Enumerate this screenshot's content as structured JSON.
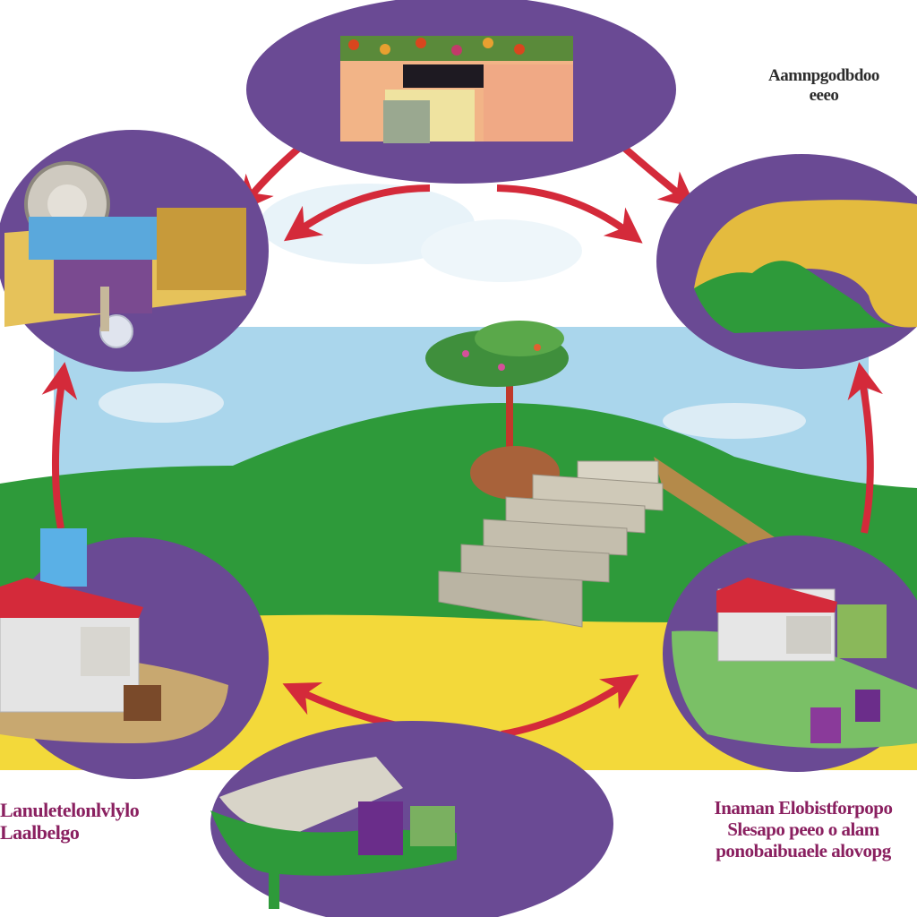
{
  "colors": {
    "node_fill": "#6a4a94",
    "arrow": "#d42a3a",
    "grass": "#2e9a3a",
    "field": "#f3d93a",
    "sky": "#aad6ec",
    "label_dark": "#2d2d2d",
    "label_magenta": "#8a2060"
  },
  "nodes": [
    {
      "id": "top",
      "icon": "market-stall-icon"
    },
    {
      "id": "upper-left",
      "icon": "machinery-icon"
    },
    {
      "id": "upper-right",
      "icon": "hills-icon"
    },
    {
      "id": "lower-left",
      "icon": "farmhouse-icon"
    },
    {
      "id": "lower-right",
      "icon": "house-garden-icon"
    },
    {
      "id": "bottom",
      "icon": "planted-bed-icon"
    }
  ],
  "center": {
    "icon": "tree-on-hill-with-stairs-icon"
  },
  "labels": {
    "top_right": {
      "line1": "Aamnpgodbdoo",
      "line2": "eeeo"
    },
    "bottom_left": {
      "line1": "Lanuletelonlvlylo",
      "line2": "Laalbelgo"
    },
    "bottom_right": {
      "line1": "Inaman Elobistforpopo",
      "line2": "Slesapo peeo o alam",
      "line3": "ponobaibuaele alovopg"
    }
  }
}
